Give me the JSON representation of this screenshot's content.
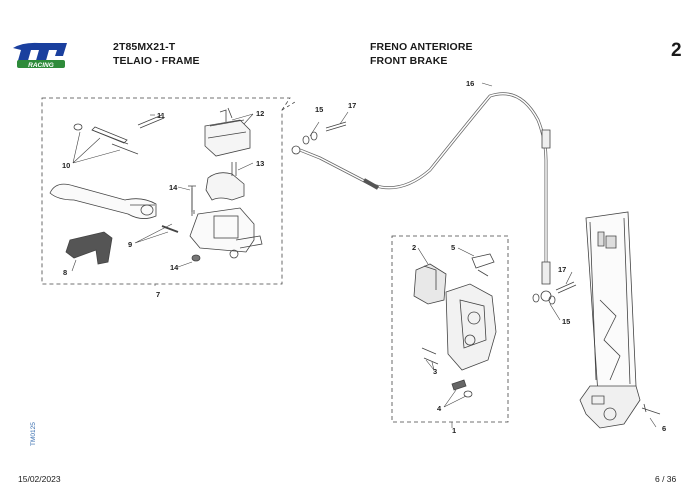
{
  "header": {
    "brand_text": "tm",
    "brand_sub": "RACING",
    "model_code": "2T85MX21-T",
    "section_it_left": "TELAIO - FRAME",
    "title_it": "FRENO ANTERIORE",
    "title_en": "FRONT BRAKE",
    "page_number": "2"
  },
  "diagram": {
    "callouts": [
      "1",
      "2",
      "3",
      "4",
      "5",
      "6",
      "7",
      "8",
      "9",
      "10",
      "11",
      "12",
      "13",
      "14",
      "14",
      "15",
      "15",
      "16",
      "17",
      "17"
    ]
  },
  "footer": {
    "date": "15/02/2023",
    "page_of": "6 / 36",
    "side_code": "TM0125"
  },
  "colors": {
    "brand_blue": "#1a3f9e",
    "brand_green": "#2e8b3a",
    "line": "#444444"
  }
}
